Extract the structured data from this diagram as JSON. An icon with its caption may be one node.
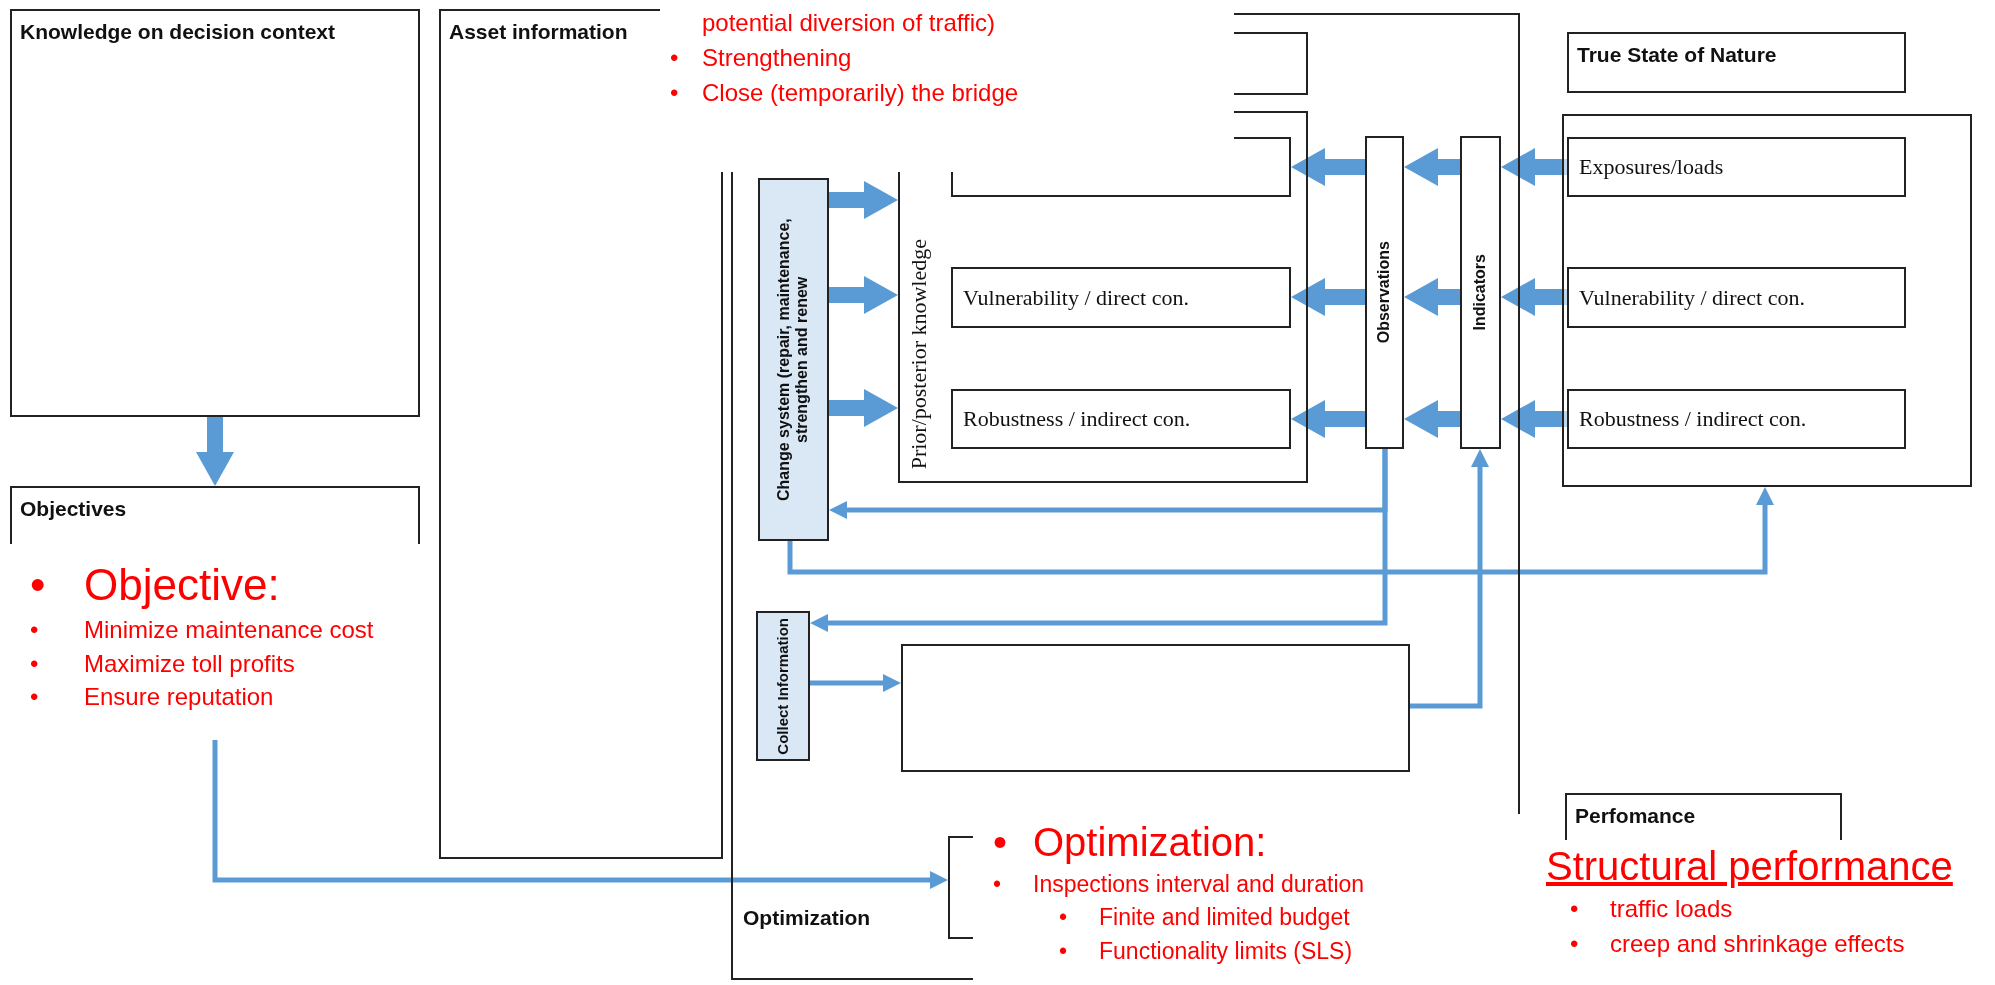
{
  "diagram": {
    "nodes": [
      {
        "text": [
          "Knowledge on decision context"
        ]
      },
      {
        "text": [
          "Objectives"
        ]
      },
      {
        "text": [
          "Asset information"
        ]
      },
      {
        "text": [],
        "shape": "box",
        "in": 4
      },
      {
        "text": [
          "Optimization"
        ]
      },
      {
        "text": [
          "Change system (repair, maintenance, strengthen and renew"
        ],
        "in": 4
      },
      {
        "text": [
          "Prior/posterior knowledge"
        ],
        "in": 4
      },
      {
        "text": [],
        "shape": "box",
        "in": 6
      },
      {
        "text": [
          "Vulnerability / direct con."
        ],
        "in": 6
      },
      {
        "text": [
          "Robustness / indirect con."
        ],
        "in": 6
      },
      {
        "text": [
          "Observations"
        ],
        "in": 4
      },
      {
        "text": [
          "Indicators"
        ],
        "in": 4
      },
      {
        "text": [
          "True State of Nature"
        ]
      },
      {
        "text": [],
        "shape": "box"
      },
      {
        "text": [
          "Exposures/loads"
        ],
        "in": 13
      },
      {
        "text": [
          "Vulnerability / direct con."
        ],
        "in": 13
      },
      {
        "text": [
          "Robustness / indirect con."
        ],
        "in": 13
      },
      {
        "text": [
          "Collect Information"
        ],
        "in": 4
      },
      {
        "text": [],
        "shape": "box",
        "in": 4
      },
      {
        "text": [],
        "shape": "box",
        "in": 4
      },
      {
        "text": [
          "Perfomance"
        ]
      }
    ],
    "edges": [
      {
        "from": 0,
        "to": 1,
        "arrow": "to"
      },
      {
        "from": 1,
        "to": 19,
        "arrow": "to"
      },
      {
        "from": 5,
        "to": 6,
        "arrow": "to"
      },
      {
        "from": 5,
        "to": 6,
        "arrow": "to"
      },
      {
        "from": 5,
        "to": 6,
        "arrow": "to"
      },
      {
        "from": 10,
        "to": 7,
        "arrow": "to"
      },
      {
        "from": 10,
        "to": 8,
        "arrow": "to"
      },
      {
        "from": 10,
        "to": 9,
        "arrow": "to"
      },
      {
        "from": 11,
        "to": 10,
        "arrow": "to"
      },
      {
        "from": 11,
        "to": 10,
        "arrow": "to"
      },
      {
        "from": 11,
        "to": 10,
        "arrow": "to"
      },
      {
        "from": 14,
        "to": 11,
        "arrow": "to"
      },
      {
        "from": 15,
        "to": 11,
        "arrow": "to"
      },
      {
        "from": 16,
        "to": 11,
        "arrow": "to"
      },
      {
        "from": 10,
        "to": 5,
        "arrow": "to"
      },
      {
        "from": 10,
        "to": 17,
        "arrow": "to"
      },
      {
        "from": 5,
        "to": 13,
        "arrow": "to"
      },
      {
        "from": 17,
        "to": 18,
        "arrow": "to"
      },
      {
        "from": 18,
        "to": 11,
        "arrow": "to"
      }
    ],
    "labels": [
      "potential diversion of traffic)",
      "•",
      "Strengthening",
      "•",
      "Close (temporarily) the bridge",
      "•",
      "Objective:",
      "•",
      "Minimize maintenance cost",
      "•",
      "Maximize toll profits",
      "•",
      "Ensure reputation",
      "•",
      "Optimization:",
      "•",
      "Inspections interval and duration",
      "•",
      "Finite and limited budget",
      "•",
      "Functionality limits (SLS)",
      "Structural performance",
      "•",
      "traffic loads",
      "•",
      "creep and shrinkage effects"
    ]
  }
}
